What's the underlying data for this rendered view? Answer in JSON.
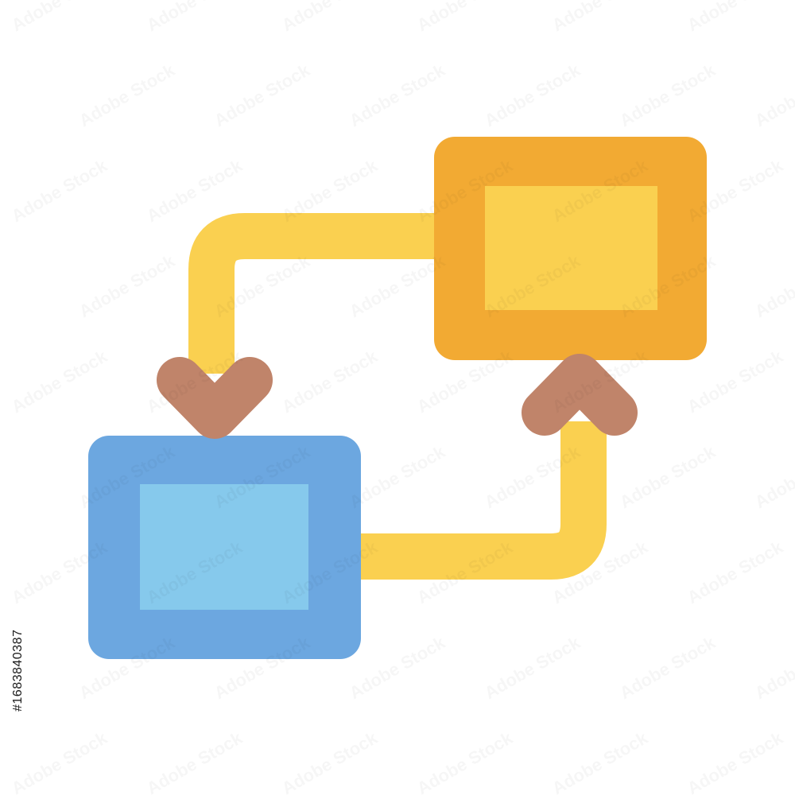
{
  "watermark": {
    "text": "Adobe Stock"
  },
  "side_id": {
    "text": "#1683840387"
  },
  "colors": {
    "connector": "#FAD050",
    "arrowhead": "#C0846A",
    "orange_frame": "#F2AA33",
    "orange_inner": "#FAD050",
    "blue_frame": "#6CA7E0",
    "blue_inner": "#86C9EC",
    "background": "#FFFFFF"
  },
  "diagram": {
    "nodes": [
      {
        "id": "top-right-box",
        "color": "orange"
      },
      {
        "id": "bottom-left-box",
        "color": "blue"
      }
    ],
    "edges": [
      {
        "from": "top-right-box",
        "to": "bottom-left-box",
        "arrow": "down"
      },
      {
        "from": "bottom-left-box",
        "to": "top-right-box",
        "arrow": "up"
      }
    ]
  }
}
